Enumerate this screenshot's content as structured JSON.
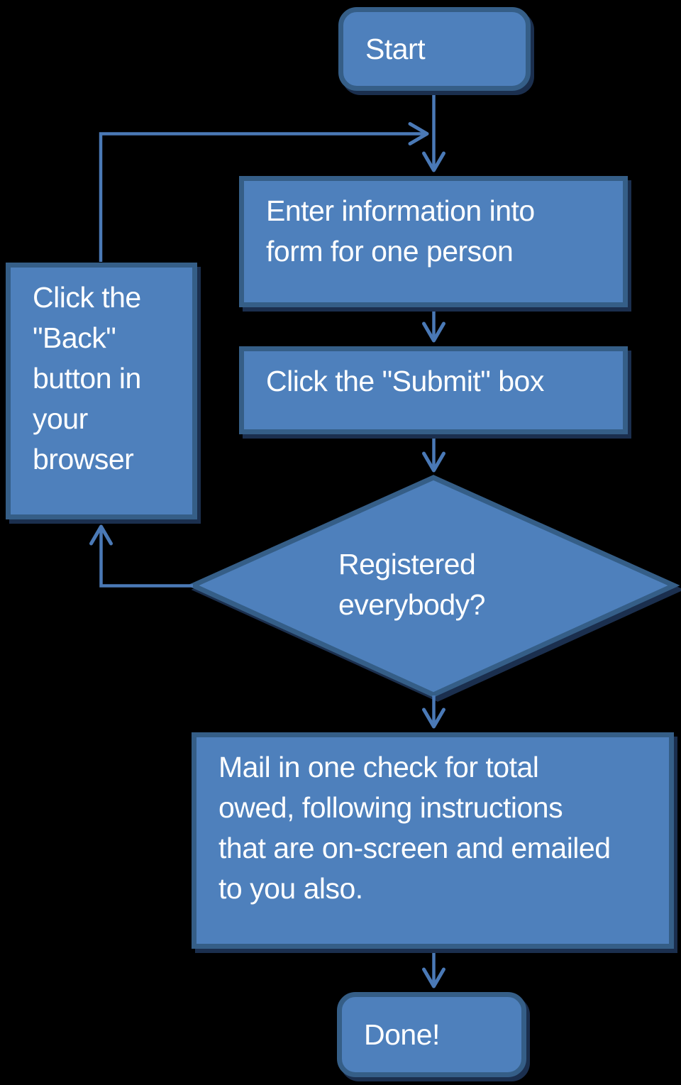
{
  "colors": {
    "background": "#000000",
    "node_fill": "#4E80BC",
    "node_border": "#355E87",
    "arrow": "#4A79B6",
    "text": "#FFFFFF",
    "shadow": "#1B2F4E"
  },
  "flowchart": {
    "nodes": {
      "start": {
        "shape": "rounded",
        "label": "Start"
      },
      "enter_info": {
        "shape": "rect",
        "lines": [
          "Enter information into",
          "form for one person"
        ]
      },
      "click_submit": {
        "shape": "rect",
        "lines": [
          "Click the \"Submit\" box"
        ]
      },
      "back_button": {
        "shape": "rect",
        "lines": [
          "Click the",
          "\"Back\"",
          "button in",
          "your",
          "browser"
        ]
      },
      "registered": {
        "shape": "diamond",
        "lines": [
          "Registered",
          "everybody?"
        ]
      },
      "mail_check": {
        "shape": "rect",
        "lines": [
          "Mail in one check for total",
          "owed, following instructions",
          "that are on-screen and emailed",
          "to you also."
        ]
      },
      "done": {
        "shape": "rounded",
        "label": "Done!"
      }
    },
    "edges": [
      {
        "from": "start",
        "to": "enter_info"
      },
      {
        "from": "back_button",
        "to": "enter_info"
      },
      {
        "from": "enter_info",
        "to": "click_submit"
      },
      {
        "from": "click_submit",
        "to": "registered"
      },
      {
        "from": "registered",
        "to": "back_button"
      },
      {
        "from": "registered",
        "to": "mail_check"
      },
      {
        "from": "mail_check",
        "to": "done"
      }
    ]
  }
}
